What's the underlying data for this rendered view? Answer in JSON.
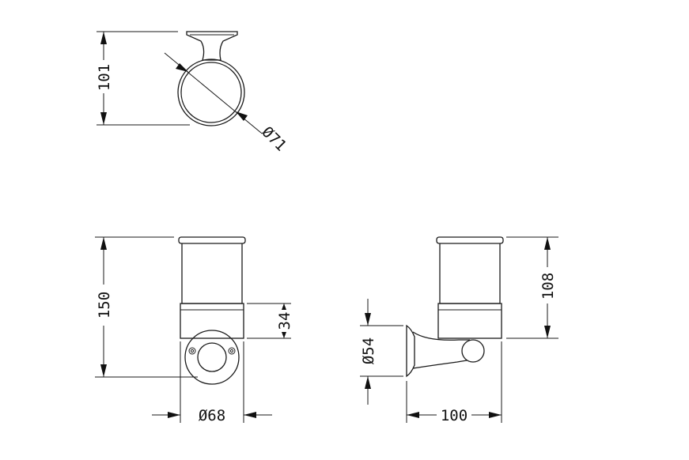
{
  "views": {
    "top": {
      "height_label": "101",
      "diameter_label": "Ø71"
    },
    "front": {
      "height_label": "150",
      "band_label": "34",
      "width_label": "Ø68"
    },
    "side": {
      "height_label": "108",
      "flange_label": "Ø54",
      "depth_label": "100"
    }
  },
  "colors": {
    "line": "#1a1a1a",
    "background": "#ffffff"
  }
}
